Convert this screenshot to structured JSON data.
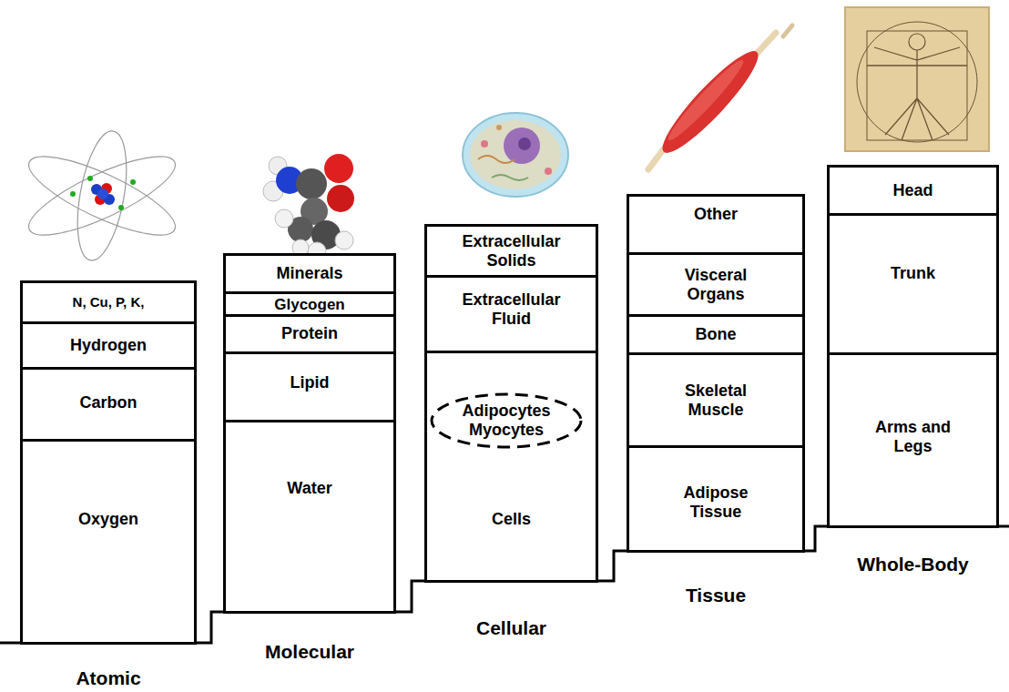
{
  "diagram": {
    "nodes": [
      {
        "text": [
          "Atomic"
        ]
      },
      {
        "text": [
          "N, Cu, P, K,"
        ],
        "in": 0
      },
      {
        "text": [
          "Hydrogen"
        ],
        "in": 0
      },
      {
        "text": [
          "Carbon"
        ],
        "in": 0
      },
      {
        "text": [
          "Oxygen"
        ],
        "in": 0
      },
      {
        "text": [
          "Molecular"
        ]
      },
      {
        "text": [
          "Minerals"
        ],
        "in": 5
      },
      {
        "text": [
          "Glycogen"
        ],
        "in": 5
      },
      {
        "text": [
          "Protein"
        ],
        "in": 5
      },
      {
        "text": [
          "Lipid"
        ],
        "in": 5
      },
      {
        "text": [
          "Water"
        ],
        "in": 5
      },
      {
        "text": [
          "Cellular"
        ]
      },
      {
        "text": [
          "Extracellular Solids"
        ],
        "in": 11
      },
      {
        "text": [
          "Extracellular Fluid"
        ],
        "in": 11
      },
      {
        "text": [
          "Cells"
        ],
        "in": 11
      },
      {
        "text": [
          "Adipocytes Myocytes"
        ],
        "in": 14
      },
      {
        "text": [
          "Tissue"
        ]
      },
      {
        "text": [
          "Other"
        ],
        "in": 16
      },
      {
        "text": [
          "Visceral Organs"
        ],
        "in": 16
      },
      {
        "text": [
          "Bone"
        ],
        "in": 16
      },
      {
        "text": [
          "Skeletal Muscle"
        ],
        "in": 16
      },
      {
        "text": [
          "Adipose Tissue"
        ],
        "in": 16
      },
      {
        "text": [
          "Whole-Body"
        ]
      },
      {
        "text": [
          "Head"
        ],
        "in": 22
      },
      {
        "text": [
          "Trunk"
        ],
        "in": 22
      },
      {
        "text": [
          "Arms and Legs"
        ],
        "in": 22
      }
    ]
  }
}
